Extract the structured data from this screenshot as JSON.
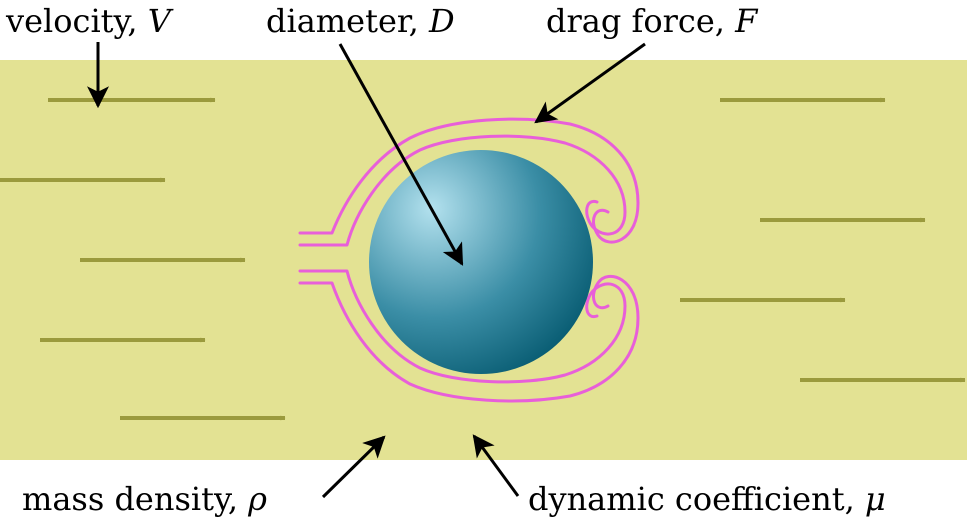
{
  "labels": {
    "velocity": {
      "text": "velocity, ",
      "symbol": "V"
    },
    "diameter": {
      "text": "diameter, ",
      "symbol": "D"
    },
    "drag_force": {
      "text": "drag force, ",
      "symbol": "F"
    },
    "mass_density": {
      "text": "mass density, ",
      "symbol": "ρ"
    },
    "dynamic_coefficient": {
      "text": "dynamic coefficient, ",
      "symbol": "μ"
    }
  },
  "colors": {
    "fluid": "#e3e293",
    "flow_arrow": "#9b9a3d",
    "streamline": "#e85fd9",
    "sphere_light": "#b3e1ee",
    "sphere_mid": "#3b8ea6",
    "sphere_dark": "#00546a",
    "pointer": "#000000"
  }
}
